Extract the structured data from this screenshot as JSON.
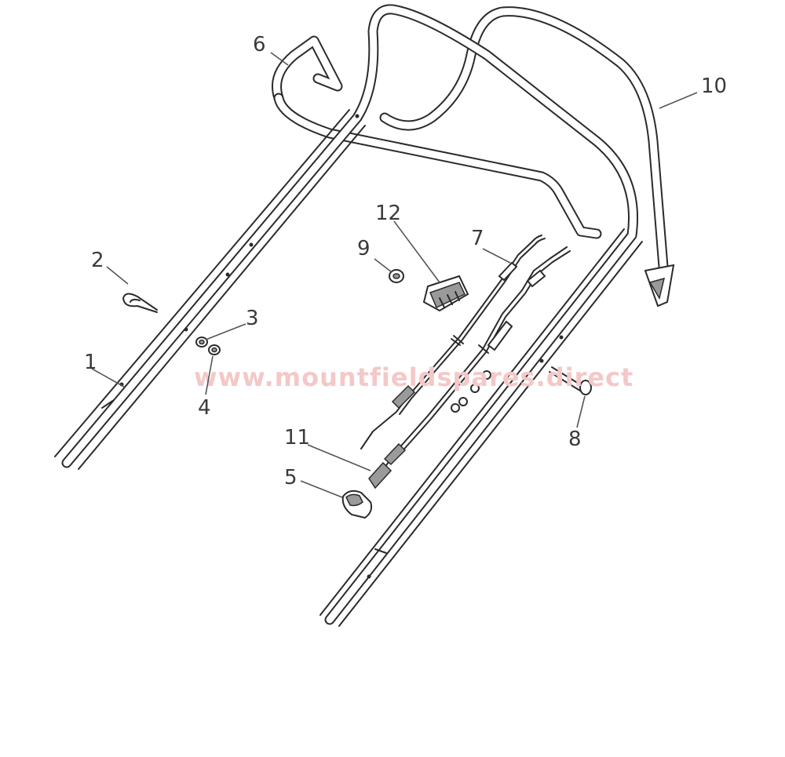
{
  "watermark": "www.mountfieldspares.direct",
  "callouts": {
    "c1": "1",
    "c2": "2",
    "c3": "3",
    "c4": "4",
    "c5": "5",
    "c6": "6",
    "c7": "7",
    "c8": "8",
    "c9": "9",
    "c10": "10",
    "c11": "11",
    "c12": "12"
  }
}
